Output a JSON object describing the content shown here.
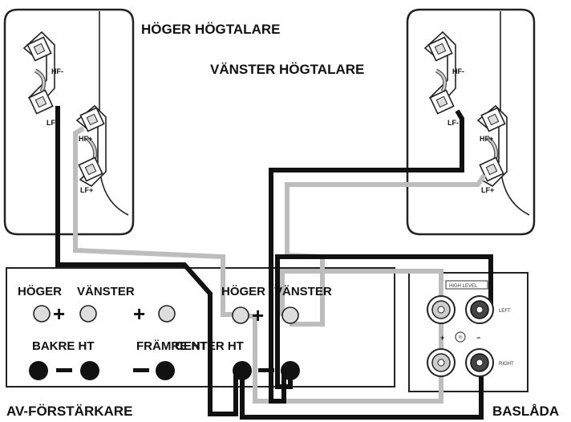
{
  "speakers": {
    "right": {
      "title": "HÖGER HÖGTALARE",
      "terminals": {
        "hf_minus": "HF-",
        "lf_minus": "LF-",
        "hf_plus": "HF+",
        "lf_plus": "LF+"
      }
    },
    "left": {
      "title": "VÄNSTER HÖGTALARE",
      "terminals": {
        "hf_minus": "HF-",
        "lf_minus": "LF-",
        "hf_plus": "HF+",
        "lf_plus": "LF+"
      }
    }
  },
  "amplifier": {
    "title": "AV-FÖRSTÄRKARE",
    "rear": {
      "right": "HÖGER",
      "left": "VÄNSTER",
      "label": "BAKRE HT"
    },
    "front": {
      "right": "HÖGER",
      "left": "VÄNSTER",
      "label_front": "FRÄMRE HT",
      "label_center": "CENTER HT"
    }
  },
  "subwoofer": {
    "title": "BASLÅDA",
    "panel_label": "HIGH LEVEL",
    "left_input": "LEFT",
    "right_input": "RIGHT",
    "plus": "+",
    "minus": "−"
  },
  "colors": {
    "line_dark": "#111111",
    "line_light": "#bdbdbd",
    "outline": "#222222"
  }
}
